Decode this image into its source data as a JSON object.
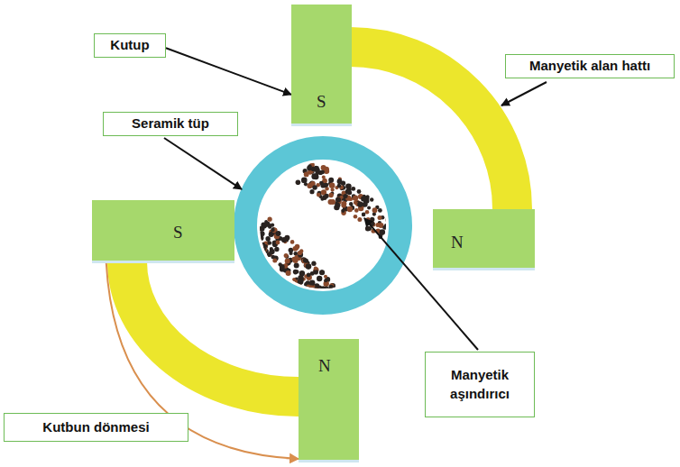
{
  "diagram": {
    "nodes": [
      {
        "text": [
          "Kutup"
        ]
      },
      {
        "text": [
          "S"
        ]
      },
      {
        "text": [
          "Manyetik alan hattı"
        ]
      },
      {
        "text": [
          "Seramik tüp"
        ]
      },
      {
        "text": [
          "S"
        ]
      },
      {
        "text": [
          "N"
        ]
      },
      {
        "text": [
          "Manyetik aşındırıcı"
        ]
      },
      {
        "text": [
          "N"
        ]
      },
      {
        "text": [
          "Kutbun dönmesi"
        ]
      }
    ],
    "edges": [
      {
        "from": 0,
        "to": 1,
        "arrow": "to"
      },
      {
        "from": 4,
        "to": 7,
        "arrow": "to"
      }
    ]
  }
}
